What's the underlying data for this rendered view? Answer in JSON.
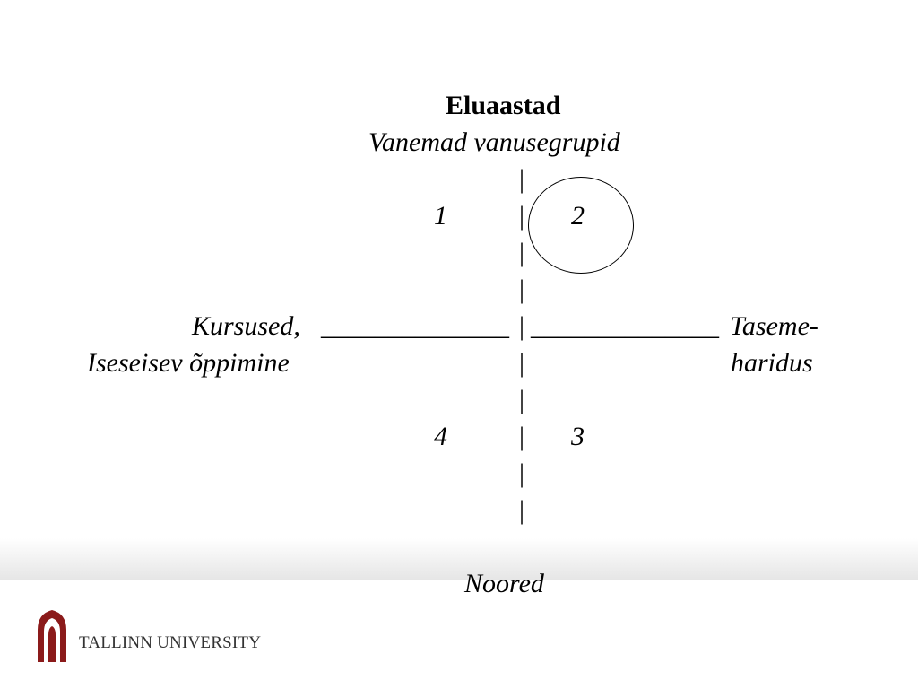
{
  "title": "Eluaastad",
  "top_label": "Vanemad vanusegrupid",
  "bottom_label": "Noored",
  "left_label": {
    "line1": "Kursused,",
    "line2": "Iseseisev õppimine"
  },
  "right_label": {
    "line1": "Taseme-",
    "line2": "haridus"
  },
  "horizontal_axis": {
    "left": "______________",
    "center": "|",
    "right": "______________"
  },
  "vertical_tick": "|",
  "quadrants": {
    "q1": "1",
    "q2": "2",
    "q3": "3",
    "q4": "4"
  },
  "logo": {
    "text": "TALLINN UNIVERSITY",
    "color": "#8b1a1a"
  }
}
